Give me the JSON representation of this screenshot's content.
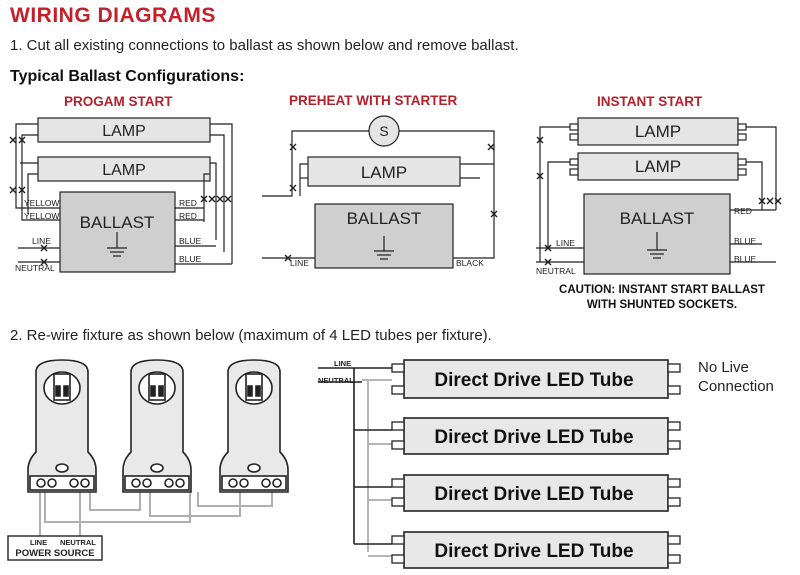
{
  "page": {
    "title": "WIRING DIAGRAMS",
    "step1": "1. Cut all existing connections to ballast as shown below and remove ballast.",
    "subtitle": "Typical Ballast Configurations:",
    "step2": "2. Re-wire fixture as shown below (maximum of 4 LED tubes per fixture)."
  },
  "diagrams": {
    "program_start": {
      "title": "PROGAM START",
      "lamp1": "LAMP",
      "lamp2": "LAMP",
      "ballast": "BALLAST",
      "yellow1": "YELLOW",
      "yellow2": "YELLOW",
      "red1": "RED",
      "red2": "RED",
      "blue1": "BLUE",
      "blue2": "BLUE",
      "line": "LINE",
      "neutral": "NEUTRAL"
    },
    "preheat": {
      "title": "PREHEAT WITH STARTER",
      "starter": "S",
      "lamp": "LAMP",
      "ballast": "BALLAST",
      "line": "LINE",
      "black": "BLACK"
    },
    "instant_start": {
      "title": "INSTANT START",
      "lamp1": "LAMP",
      "lamp2": "LAMP",
      "ballast": "BALLAST",
      "red": "RED",
      "blue1": "BLUE",
      "blue2": "BLUE",
      "line": "LINE",
      "neutral": "NEUTRAL",
      "caution_line1": "CAUTION: INSTANT START BALLAST",
      "caution_line2": "WITH SHUNTED SOCKETS."
    }
  },
  "rewire": {
    "socket_line": "LINE",
    "socket_neutral": "NEUTRAL",
    "power_source": "POWER SOURCE",
    "line": "LINE",
    "neutral": "NEUTRAL",
    "tubes": [
      "Direct Drive LED Tube",
      "Direct Drive LED Tube",
      "Direct Drive LED Tube",
      "Direct Drive LED Tube"
    ],
    "no_live_line1": "No Live",
    "no_live_line2": "Connection"
  },
  "colors": {
    "title_red": "#c4202a",
    "lamp_fill": "#e5e5e5",
    "ballast_fill": "#cfcfcf",
    "wire": "#222222",
    "grey_wire": "#b5b5b5"
  }
}
